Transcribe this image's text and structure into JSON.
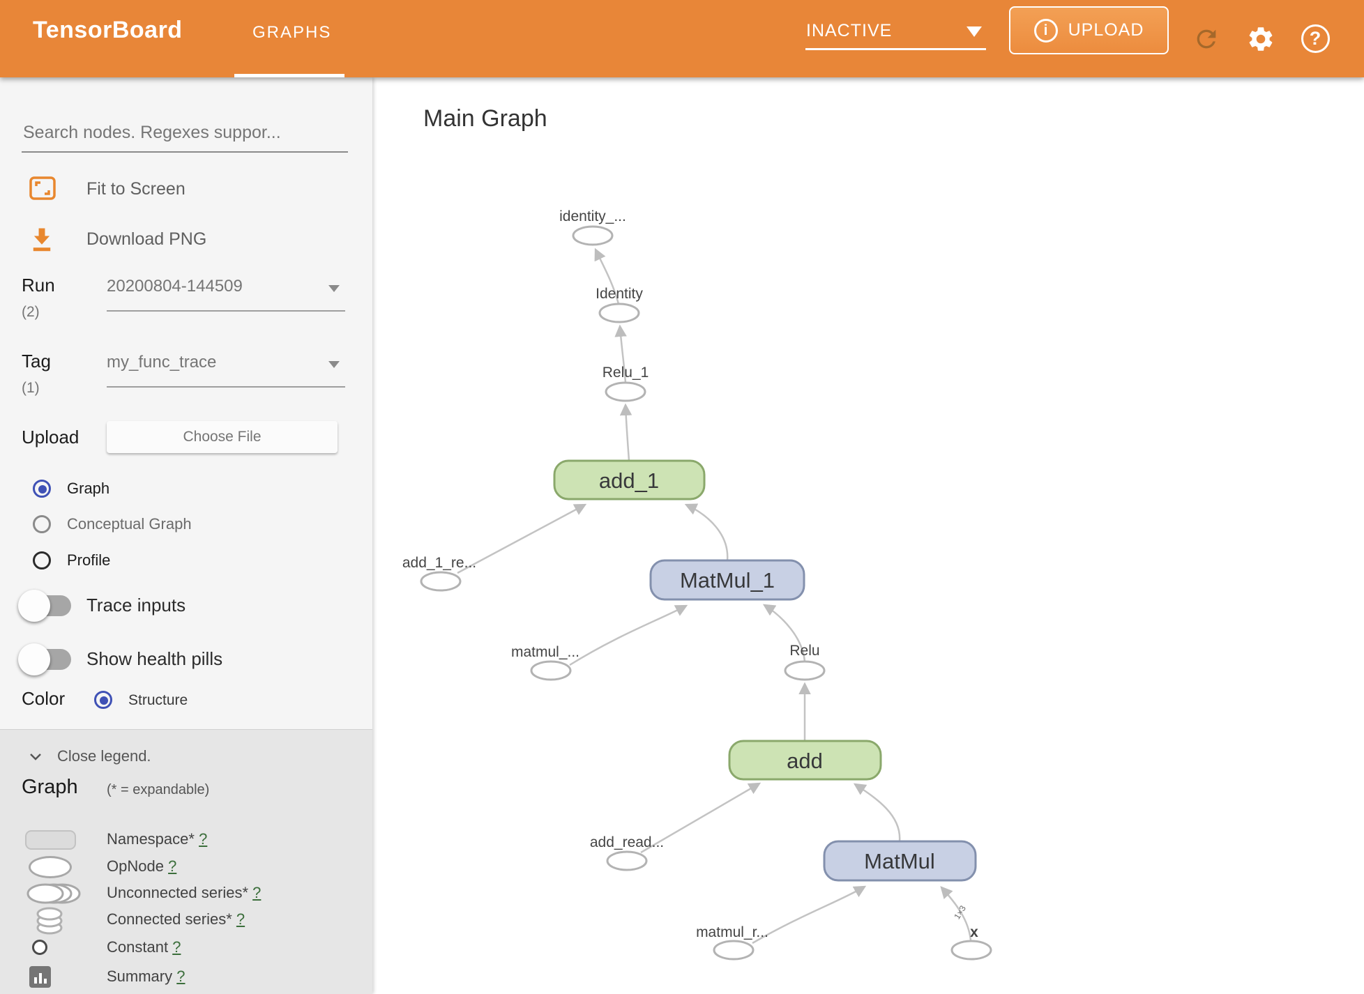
{
  "header": {
    "logo": "TensorBoard",
    "tab": "GRAPHS",
    "status_dropdown": "INACTIVE",
    "upload_label": "UPLOAD",
    "info_icon_glyph": "i",
    "help_icon_glyph": "?"
  },
  "sidebar": {
    "search": {
      "placeholder": "Search nodes. Regexes suppor..."
    },
    "actions": [
      {
        "label": "Fit to Screen",
        "icon": "fit-to-screen-icon"
      },
      {
        "label": "Download PNG",
        "icon": "download-icon"
      }
    ],
    "run": {
      "label": "Run",
      "count": "(2)",
      "value": "20200804-144509"
    },
    "tag": {
      "label": "Tag",
      "count": "(1)",
      "value": "my_func_trace"
    },
    "upload": {
      "label": "Upload",
      "button": "Choose File"
    },
    "graph_type": {
      "options": [
        {
          "label": "Graph",
          "selected": true
        },
        {
          "label": "Conceptual Graph",
          "selected": false
        },
        {
          "label": "Profile",
          "selected": false
        }
      ]
    },
    "toggles": [
      {
        "label": "Trace inputs",
        "on": false
      },
      {
        "label": "Show health pills",
        "on": false
      }
    ],
    "color_by": {
      "label": "Color",
      "option": "Structure",
      "selected": true
    },
    "legend": {
      "close_label": "Close legend.",
      "title": "Graph",
      "subtitle": "(* = expandable)",
      "items": [
        {
          "label": "Namespace*",
          "help": "?",
          "icon": "namespace-icon"
        },
        {
          "label": "OpNode",
          "help": "?",
          "icon": "opnode-icon"
        },
        {
          "label": "Unconnected series*",
          "help": "?",
          "icon": "unconnected-series-icon"
        },
        {
          "label": "Connected series*",
          "help": "?",
          "icon": "connected-series-icon"
        },
        {
          "label": "Constant",
          "help": "?",
          "icon": "constant-icon"
        },
        {
          "label": "Summary",
          "help": "?",
          "icon": "summary-icon"
        }
      ]
    }
  },
  "main": {
    "title": "Main Graph"
  },
  "graph": {
    "nodes": {
      "identity_out": {
        "label": "identity_...",
        "type": "opnode"
      },
      "Identity": {
        "label": "Identity",
        "type": "opnode"
      },
      "Relu_1": {
        "label": "Relu_1",
        "type": "opnode"
      },
      "add_1": {
        "label": "add_1",
        "type": "namespace-green"
      },
      "add_1_re": {
        "label": "add_1_re...",
        "type": "opnode"
      },
      "MatMul_1": {
        "label": "MatMul_1",
        "type": "namespace-blue"
      },
      "matmul_": {
        "label": "matmul_...",
        "type": "opnode"
      },
      "Relu": {
        "label": "Relu",
        "type": "opnode"
      },
      "add": {
        "label": "add",
        "type": "namespace-green"
      },
      "add_read": {
        "label": "add_read...",
        "type": "opnode"
      },
      "MatMul": {
        "label": "MatMul",
        "type": "namespace-blue"
      },
      "matmul_r": {
        "label": "matmul_r...",
        "type": "opnode"
      },
      "x": {
        "label": "x",
        "type": "opnode"
      }
    },
    "edges": [
      {
        "from": "add_1_re",
        "to": "add_1"
      },
      {
        "from": "MatMul_1",
        "to": "add_1"
      },
      {
        "from": "matmul_",
        "to": "MatMul_1"
      },
      {
        "from": "Relu",
        "to": "MatMul_1"
      },
      {
        "from": "add_1",
        "to": "Relu_1"
      },
      {
        "from": "Relu_1",
        "to": "Identity"
      },
      {
        "from": "Identity",
        "to": "identity_out"
      },
      {
        "from": "add",
        "to": "Relu"
      },
      {
        "from": "add_read",
        "to": "add"
      },
      {
        "from": "MatMul",
        "to": "add"
      },
      {
        "from": "matmul_r",
        "to": "MatMul"
      },
      {
        "from": "x",
        "to": "MatMul",
        "shape_label": "1×3"
      }
    ],
    "edge_shape_label": "1×3"
  },
  "colors": {
    "header_bg": "#e88638",
    "accent_orange_icon": "#e8872e",
    "reload_icon": "#a5682a",
    "radio_blue": "#3f51b5",
    "help_link_green": "#3b6e3b",
    "green_node_fill": "#cde3b4",
    "green_node_border": "#8aa86b",
    "blue_node_fill": "#c8d0e4",
    "blue_node_border": "#8390ad",
    "edge_gray": "#c3c3c3"
  }
}
